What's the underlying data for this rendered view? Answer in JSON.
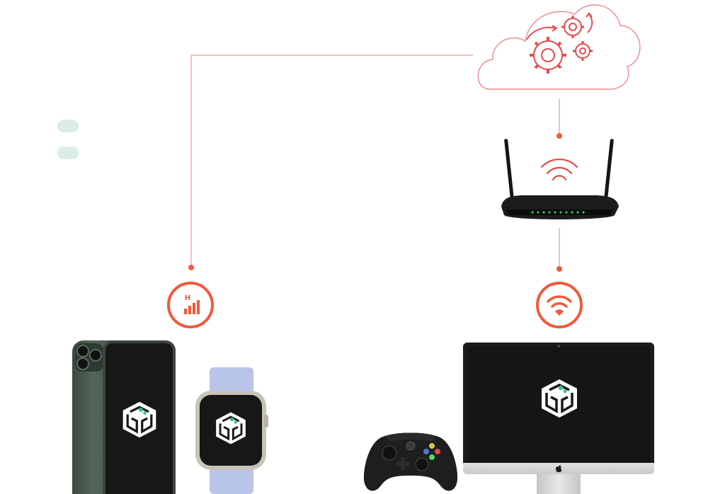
{
  "diagram": {
    "nodes": [
      {
        "id": "cloud",
        "icon": "cloud-gears-icon"
      },
      {
        "id": "router",
        "icon": "wifi-router-icon"
      },
      {
        "id": "cellular-badge",
        "icon": "cellular-signal-icon",
        "label": "H"
      },
      {
        "id": "wifi-badge",
        "icon": "wifi-icon"
      },
      {
        "id": "iphone",
        "icon": "smartphone-icon"
      },
      {
        "id": "watch",
        "icon": "smartwatch-icon"
      },
      {
        "id": "imac",
        "icon": "desktop-computer-icon"
      },
      {
        "id": "controller",
        "icon": "game-controller-icon"
      }
    ],
    "edges": [
      {
        "from": "cloud",
        "to": "cellular-badge"
      },
      {
        "from": "cloud",
        "to": "router"
      },
      {
        "from": "router",
        "to": "wifi-badge"
      }
    ]
  },
  "colors": {
    "accent": "#f05a3c",
    "line": "#ee9a9a",
    "pill": "#dbeee6",
    "screen": "#161716",
    "logo_accent": "#2ec48b"
  }
}
